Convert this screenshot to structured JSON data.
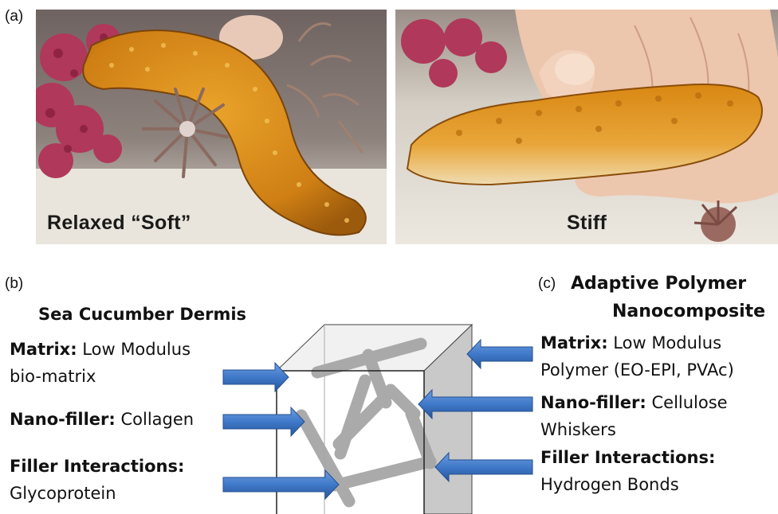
{
  "panel_a": {
    "label": "(a)",
    "photos": [
      {
        "caption": "Relaxed “Soft”"
      },
      {
        "caption": "Stiff"
      }
    ]
  },
  "panel_b": {
    "label": "(b)",
    "heading": "Sea Cucumber Dermis",
    "items": [
      {
        "term": "Matrix:",
        "line1": " Low Modulus",
        "line2": "bio-matrix"
      },
      {
        "term": "Nano-filler:",
        "line1": " Collagen",
        "line2": ""
      },
      {
        "term": "Filler Interactions:",
        "line1": "",
        "line2": "Glycoprotein"
      }
    ]
  },
  "panel_c": {
    "label": "(c)",
    "heading_line1": "Adaptive Polymer",
    "heading_line2": "Nanocomposite",
    "items": [
      {
        "term": "Matrix:",
        "line1": " Low Modulus",
        "line2": "Polymer (EO-EPI, PVAc)"
      },
      {
        "term": "Nano-filler:",
        "line1": " Cellulose",
        "line2": "Whiskers"
      },
      {
        "term": "Filler Interactions:",
        "line1": "",
        "line2": "Hydrogen Bonds"
      }
    ]
  },
  "colors": {
    "arrow": "#3f79c9",
    "arrow_dark": "#27569a",
    "whisker": "#a6a6a6",
    "cube_side": "#c9c9c9",
    "cucumber": "#d98e1a",
    "coral": "#b03a58",
    "sand": "#e9e5dc"
  }
}
